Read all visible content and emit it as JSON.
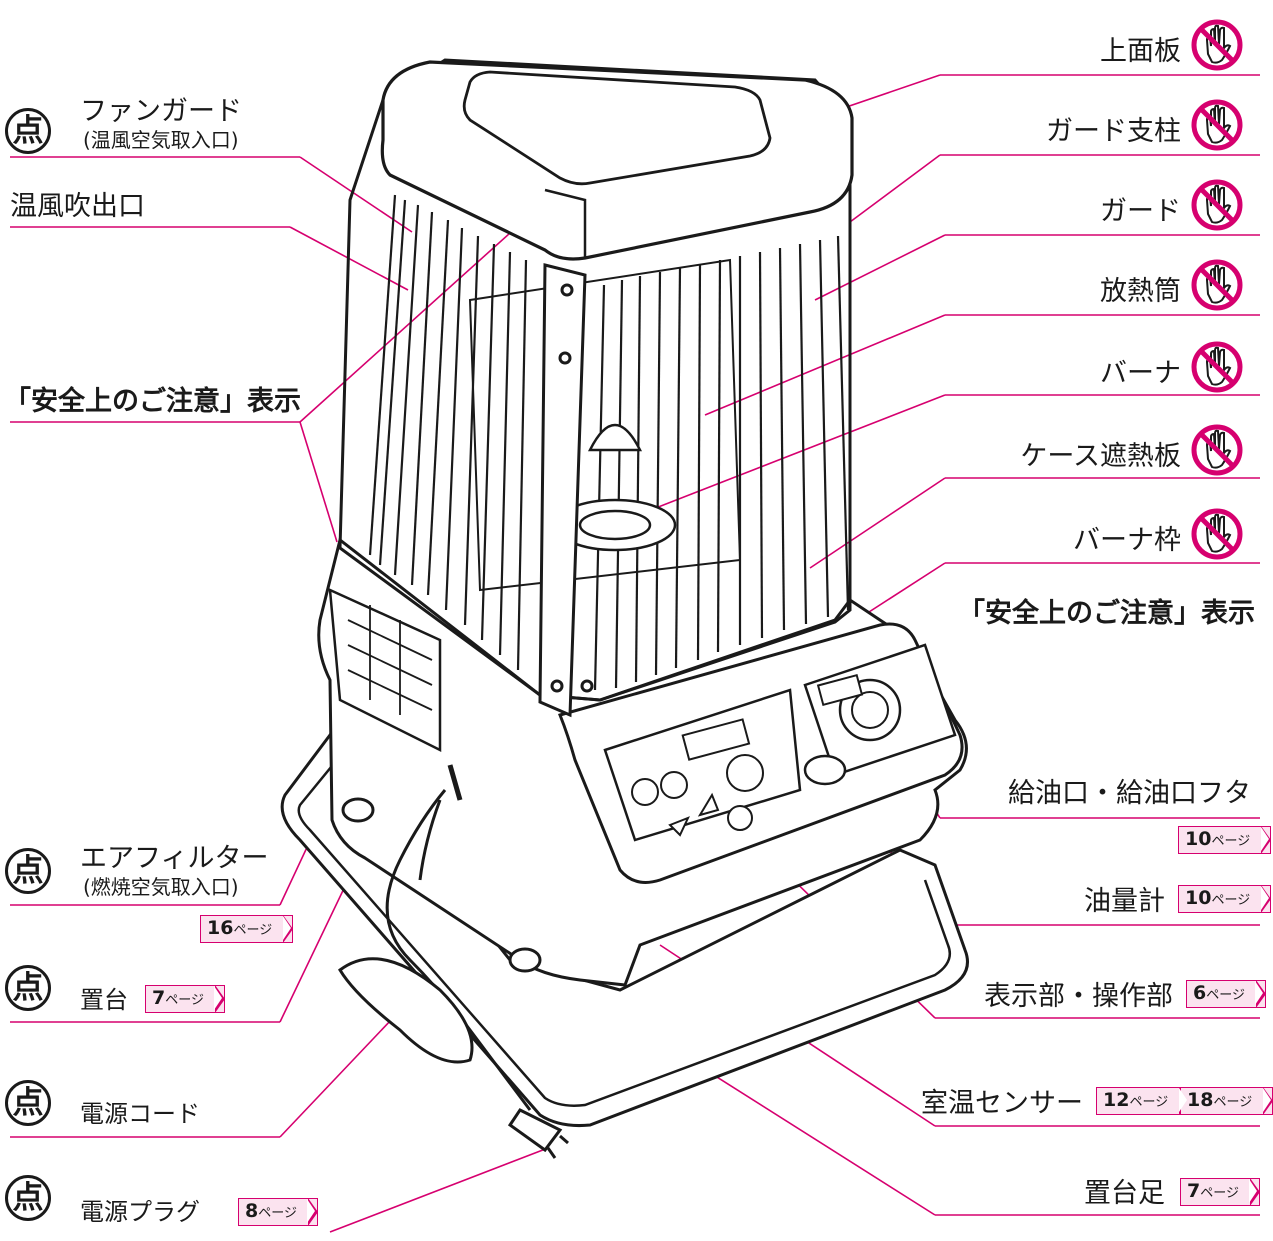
{
  "colors": {
    "leader": "#d6006f",
    "accent_fill": "#fbe3ef",
    "ink": "#1a1a1a"
  },
  "icons": {
    "prohibit": "no-touch-hand-icon",
    "inspect": "inspect-ten-badge-icon"
  },
  "badge_char": "点",
  "left_labels": {
    "fan_guard": "ファンガード",
    "fan_guard_sub": "(温風空気取入口)",
    "warm_air_outlet": "温風吹出口",
    "safety_notice": "「安全上のご注意」表示",
    "air_filter": "エアフィルター",
    "air_filter_sub": "(燃焼空気取入口)",
    "air_filter_page": "16",
    "stand": "置台",
    "stand_page": "7",
    "power_cord": "電源コード",
    "power_plug": "電源プラグ",
    "power_plug_page": "8"
  },
  "right_labels": {
    "top_plate": "上面板",
    "guard_post": "ガード支柱",
    "guard": "ガード",
    "radiator_tube": "放熱筒",
    "burner": "バーナ",
    "case_heat_shield": "ケース遮熱板",
    "burner_frame": "バーナ枠",
    "safety_notice": "「安全上のご注意」表示",
    "fuel_inlet": "給油口・給油口フタ",
    "fuel_inlet_page": "10",
    "oil_gauge": "油量計",
    "oil_gauge_page": "10",
    "display_panel": "表示部・操作部",
    "display_panel_page": "6",
    "room_sensor": "室温センサー",
    "room_sensor_page1": "12",
    "room_sensor_page2": "18",
    "stand_foot": "置台足",
    "stand_foot_page": "7"
  },
  "page_suffix": "ページ"
}
